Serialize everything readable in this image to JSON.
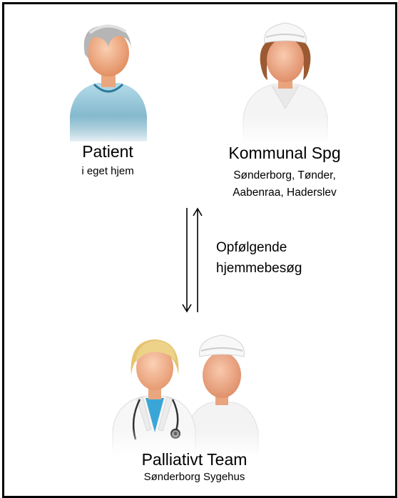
{
  "patient": {
    "title": "Patient",
    "subtitle": "i eget hjem"
  },
  "kommunal": {
    "title": "Kommunal Spg",
    "subtitle_line1": "Sønderborg, Tønder,",
    "subtitle_line2": "Aabenraa, Haderslev"
  },
  "arrow_label": {
    "line1": "Opfølgende",
    "line2": "hjemmebesøg"
  },
  "team": {
    "title": "Palliativt Team",
    "subtitle": "Sønderborg Sygehus"
  },
  "icons": [
    "patient-avatar-icon",
    "nurse-avatar-icon",
    "doctor-avatar-icon",
    "stethoscope-icon",
    "arrow-down-icon",
    "arrow-up-icon"
  ]
}
